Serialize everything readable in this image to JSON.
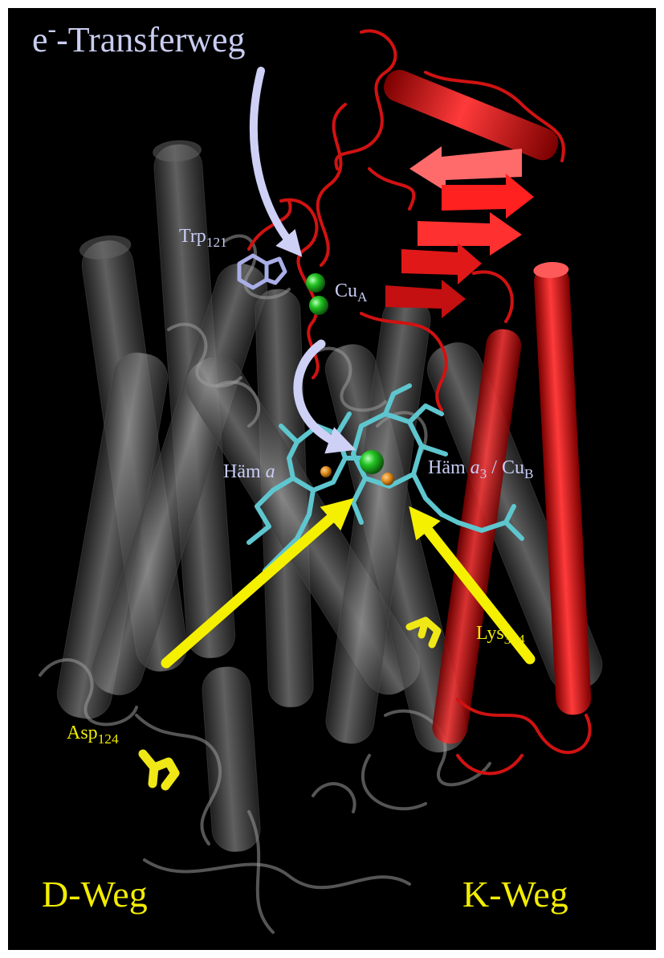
{
  "labels": {
    "transfer": {
      "pre": "e",
      "sup": "-",
      "post": "-Transferweg"
    },
    "trp": {
      "base": "Trp",
      "sub": "121"
    },
    "cua": {
      "base": "Cu",
      "sub": "A"
    },
    "haem_a": {
      "base": "Häm ",
      "italic": "a"
    },
    "haem_a3": {
      "base": "Häm ",
      "italic": "a",
      "sub": "3",
      "sep": " / Cu",
      "sub2": "B"
    },
    "lys": {
      "base": "Lys",
      "sub": "354"
    },
    "asp": {
      "base": "Asp",
      "sub": "124"
    },
    "d_path": "D-Weg",
    "k_path": "K-Weg"
  },
  "colors": {
    "background": "#000000",
    "helix_grey": "#8a8a8a",
    "subunit_red": "#d11212",
    "electron_arrow": "#cfd0f5",
    "proton_arrow": "#f5f000",
    "heme": "#5ec6cf",
    "copper": "#1fbf1f",
    "iron": "#e08a1a",
    "residue_yellow": "#f0e816",
    "tryptophan": "#a9aee6"
  }
}
